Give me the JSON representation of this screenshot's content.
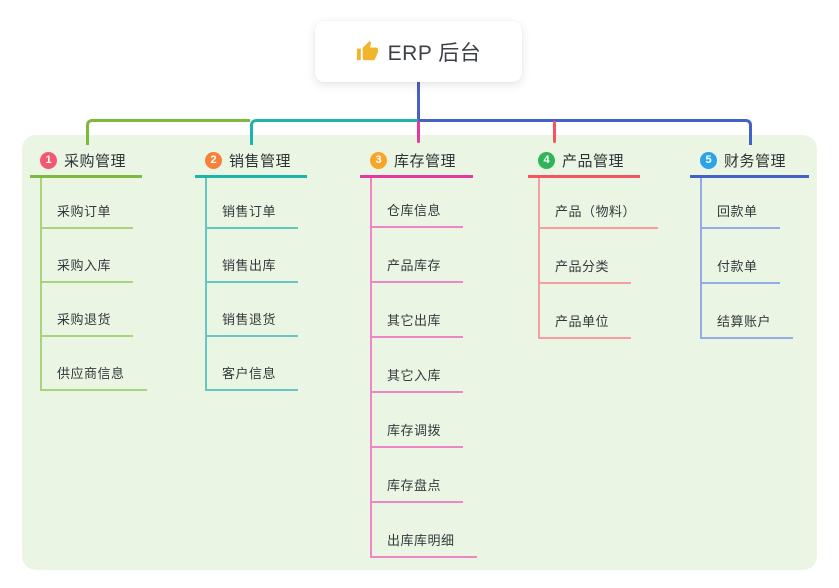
{
  "root": {
    "label": "ERP 后台",
    "icon": "thumbs-up"
  },
  "branches": [
    {
      "index": "1",
      "label": "采购管理",
      "color": "#7cb93e",
      "light_color": "#a9d47e",
      "badge_color": "#f4586e",
      "children": [
        "采购订单",
        "采购入库",
        "采购退货",
        "供应商信息"
      ]
    },
    {
      "index": "2",
      "label": "销售管理",
      "color": "#1fb3a9",
      "light_color": "#66c7c0",
      "badge_color": "#f6813a",
      "children": [
        "销售订单",
        "销售出库",
        "销售退货",
        "客户信息"
      ]
    },
    {
      "index": "3",
      "label": "库存管理",
      "color": "#e23a9e",
      "light_color": "#ee85c4",
      "badge_color": "#f7a62a",
      "children": [
        "仓库信息",
        "产品库存",
        "其它出库",
        "其它入库",
        "库存调拨",
        "库存盘点",
        "出库库明细"
      ]
    },
    {
      "index": "4",
      "label": "产品管理",
      "color": "#f4565e",
      "light_color": "#f59fa3",
      "badge_color": "#2fb558",
      "children": [
        "产品（物料）",
        "产品分类",
        "产品单位"
      ]
    },
    {
      "index": "5",
      "label": "财务管理",
      "color": "#4461c6",
      "light_color": "#93abe6",
      "badge_color": "#2aa3e8",
      "children": [
        "回款单",
        "付款单",
        "结算账户"
      ]
    }
  ],
  "canvas": {
    "panel_color": "#eaf6e3",
    "trunk_color": "#4a5fc4"
  }
}
